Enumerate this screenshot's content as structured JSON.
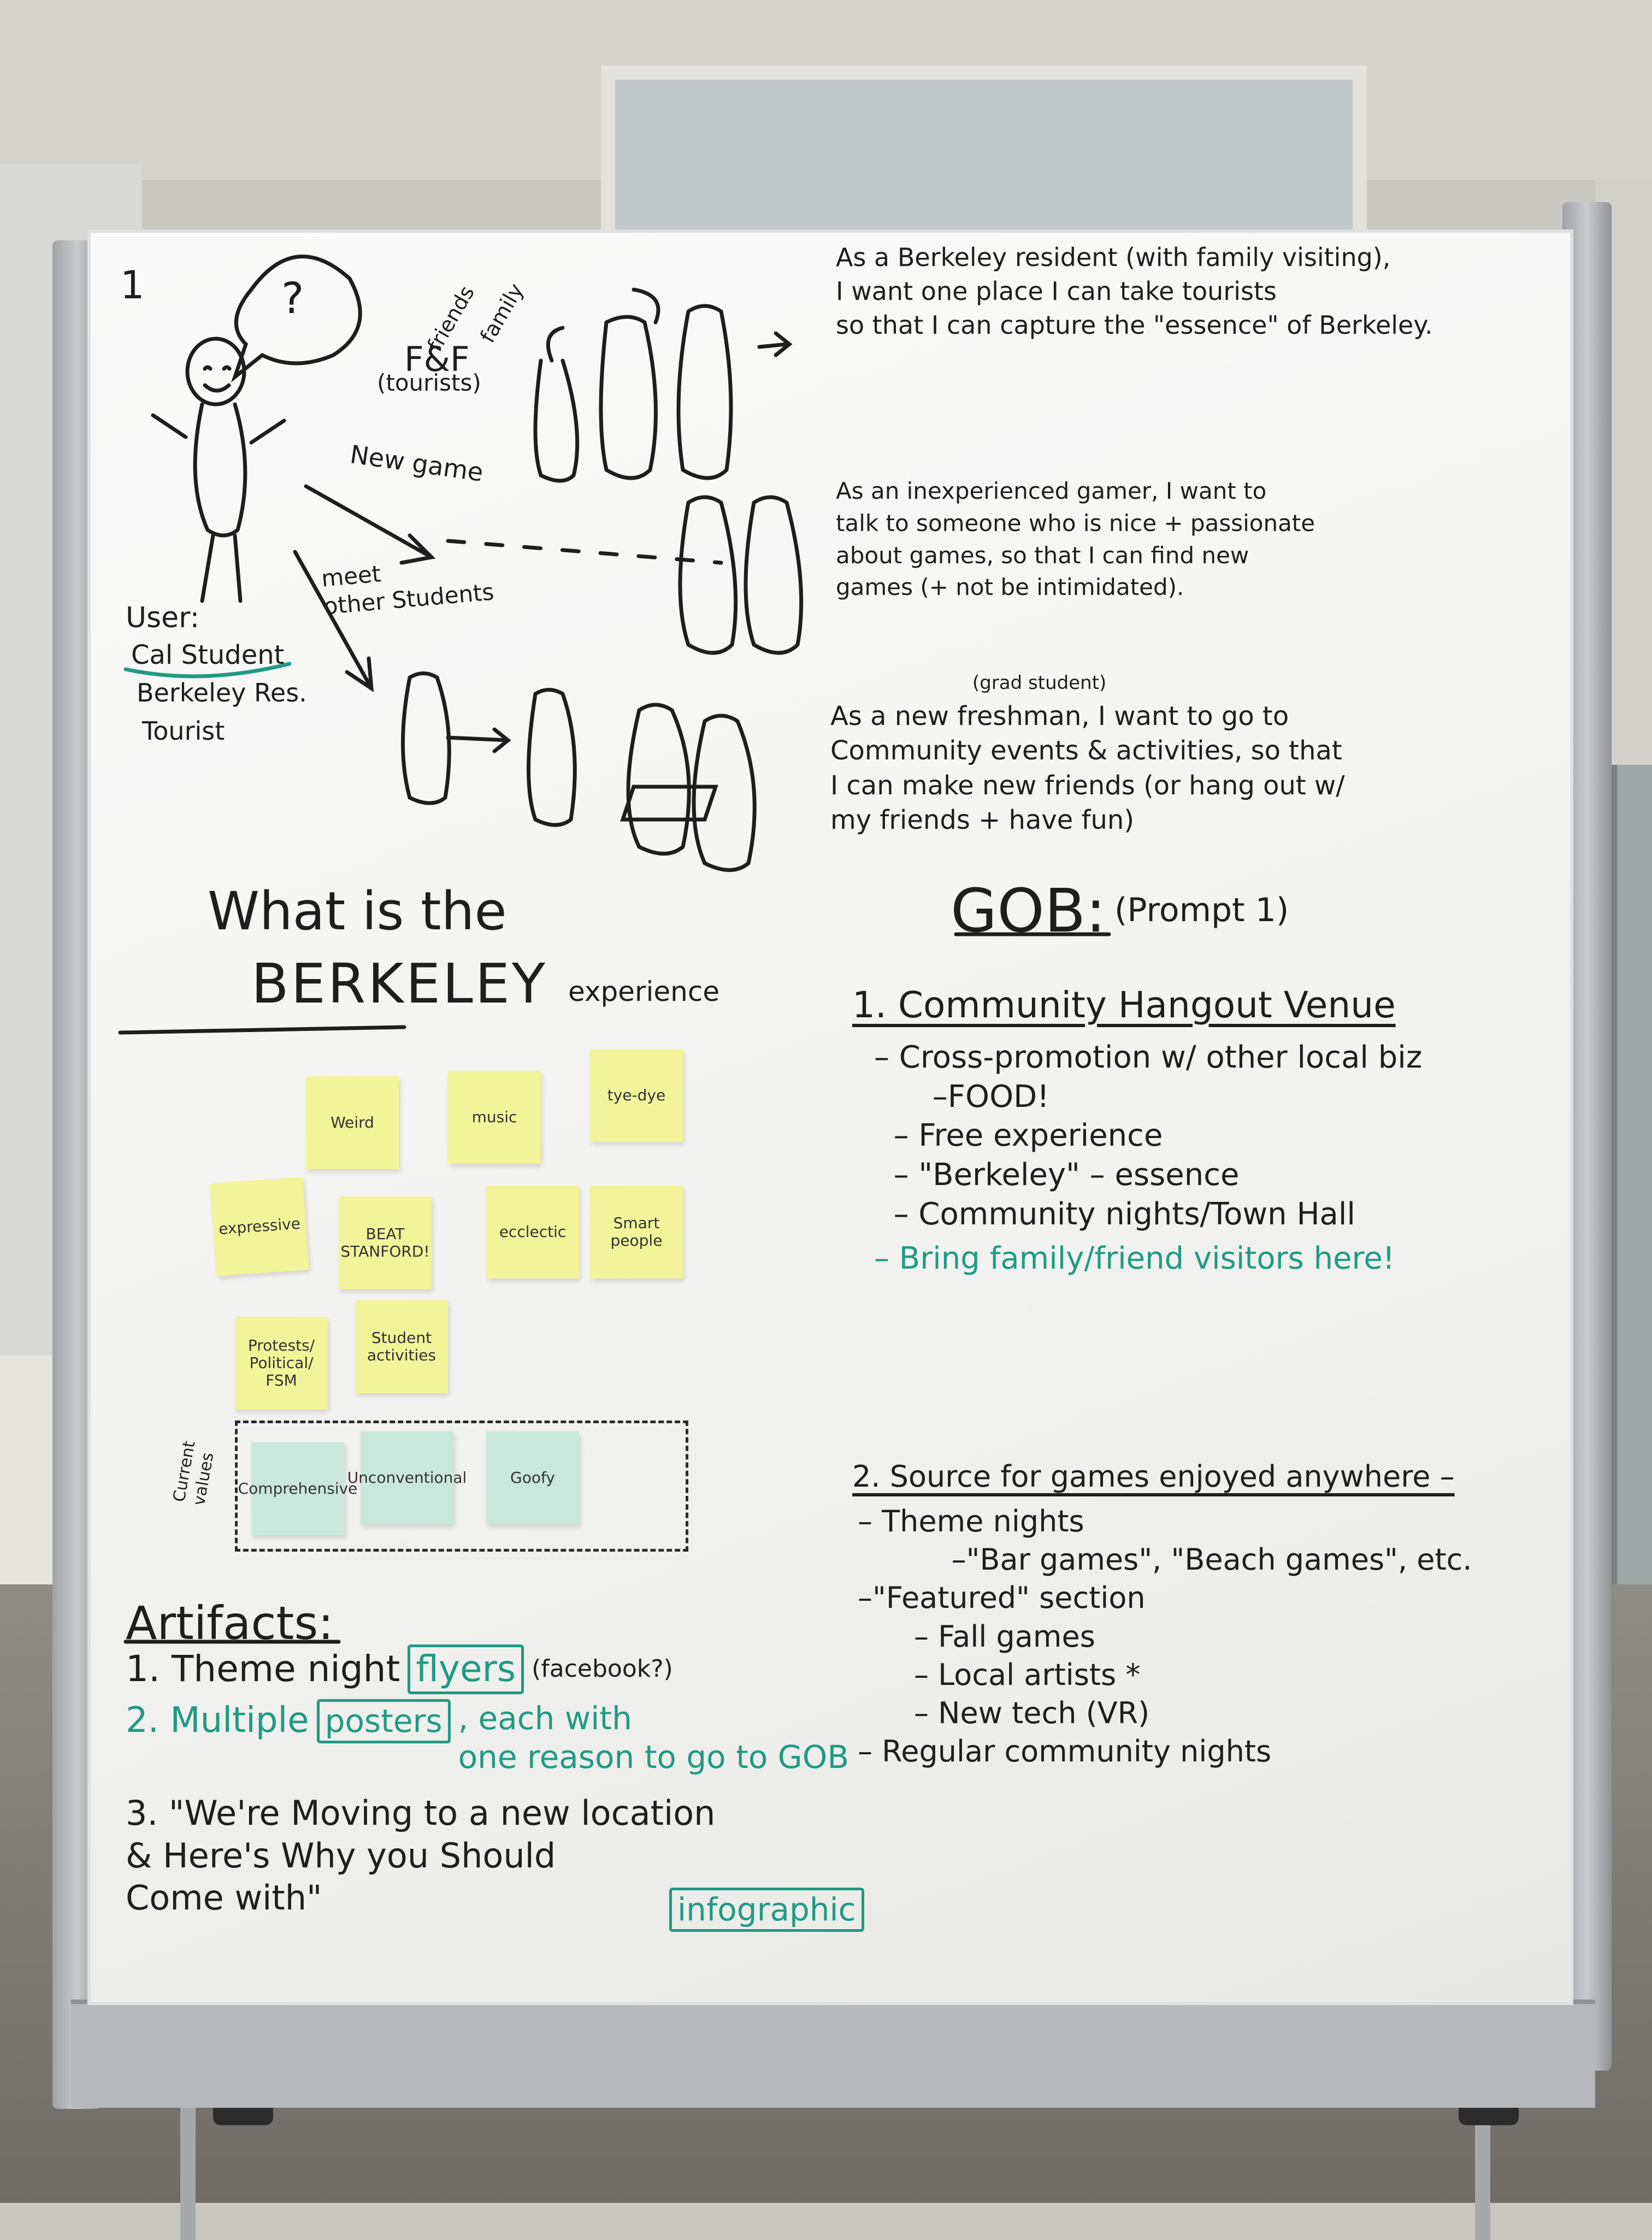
{
  "board": {
    "page_number": "1",
    "persona_question": "?",
    "ff_label": "F&F",
    "friends_label": "friends",
    "family_label": "family",
    "tourists_label": "(tourists)",
    "new_game_label": "New game",
    "meet_label": "meet\nother Students",
    "user_heading": "User:",
    "user_types": [
      "Cal Student",
      "Berkeley Res.",
      "Tourist"
    ],
    "story1": "As a Berkeley resident (with family visiting),\nI want one place I can take tourists\nso that I can capture the \"essence\" of Berkeley.",
    "story2": "As an inexperienced gamer, I want to\ntalk to someone who is nice + passionate\nabout games, so that I can find new\ngames (+ not be intimidated).",
    "story3_grad": "(grad student)",
    "story3": "As a new freshman, I want to go to\nCommunity events & activities, so that\nI can make new friends (or hang out w/\nmy friends + have fun)",
    "experience_line1": "What is the",
    "experience_line2": "BERKELEY",
    "experience_line3": "experience",
    "stickies_yellow": [
      "Weird",
      "music",
      "tye-dye",
      "expressive",
      "BEAT\nSTANFORD!",
      "ecclectic",
      "Smart\npeople",
      "Protests/\nPolitical/\nFSM",
      "Student\nactivities"
    ],
    "current_values_label": "Current\nvalues",
    "stickies_blue": [
      "Comprehensive",
      "Unconventional",
      "Goofy"
    ],
    "artifacts_heading": "Artifacts:",
    "artifact1_prefix": "1. Theme night",
    "artifact1_box": "flyers",
    "artifact1_suffix": "(facebook?)",
    "artifact2_prefix": "2. Multiple",
    "artifact2_box": "posters",
    "artifact2_rest": ", each with\none reason to go to GOB",
    "artifact3": "3. \"We're Moving to a new location\n& Here's Why you Should\nCome with\"",
    "artifact3_box": "infographic",
    "gob_heading": "GOB:",
    "gob_prompt": "(Prompt 1)",
    "gob_item1": "1. Community Hangout Venue",
    "gob_item1_points": "– Cross-promotion w/ other local biz\n      –FOOD!\n  – Free experience\n  – \"Berkeley\" – essence\n  – Community nights/Town Hall",
    "gob_item1_teal": "– Bring family/friend visitors here!",
    "gob_item2": "2. Source for games enjoyed anywhere –",
    "gob_item2_points": "– Theme nights\n          –\"Bar games\", \"Beach games\", etc.\n–\"Featured\" section\n      – Fall games\n      – Local artists *\n      – New tech (VR)\n– Regular community nights"
  }
}
